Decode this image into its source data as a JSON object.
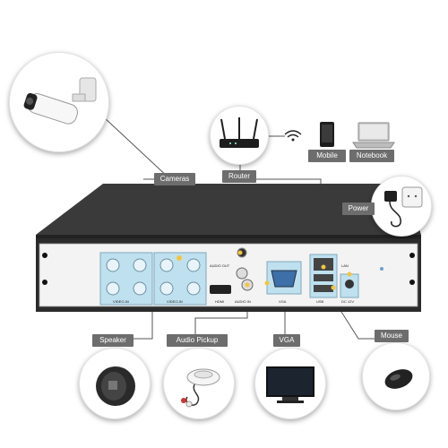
{
  "labels": {
    "cameras": "Cameras",
    "router": "Router",
    "mobile": "Mobile",
    "notebook": "Notebook",
    "power": "Power",
    "speaker": "Speaker",
    "audio_pickup": "Audio Pickup",
    "vga": "VGA",
    "mouse": "Mouse"
  },
  "panel": {
    "video_in_1": "VIDEO-IN",
    "video_in_2": "VIDEO-IN",
    "audio_out": "AUDIO OUT",
    "hdmi": "HDMI",
    "audio_in": "AUDIO IN",
    "vga": "VGA",
    "usb": "USB",
    "lan": "LAN",
    "dc": "DC 12V"
  },
  "colors": {
    "tag": "#6d6d6d",
    "port_blue": "#bfe0ee",
    "connector": "#f3c43f",
    "dvr_body": "#2b2b2b"
  },
  "icons": {
    "camera": "bullet-camera-icon",
    "router": "router-icon",
    "wifi": "wifi-icon",
    "mobile": "mobile-phone-icon",
    "notebook": "laptop-icon",
    "power": "power-adapter-icon",
    "speaker": "speaker-icon",
    "audio_pickup": "microphone-icon",
    "vga": "monitor-icon",
    "mouse": "mouse-icon"
  }
}
